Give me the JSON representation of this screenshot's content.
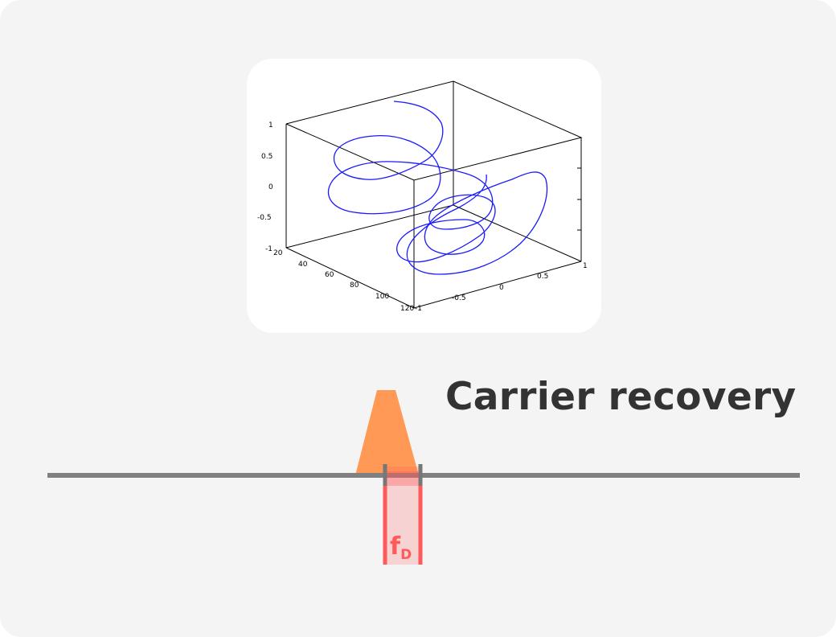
{
  "title": "Carrier recovery",
  "freq_label": {
    "main": "f",
    "sub": "D"
  },
  "colors": {
    "background": "#f4f4f4",
    "axis_line": "#808080",
    "spectrum_peak": "#ff9955",
    "offset_band": "#ff5a5a",
    "curve": "#1a1aff",
    "title_text": "#333333"
  },
  "plot_axes": {
    "z_ticks": [
      "1",
      "0.5",
      "0",
      "-0.5",
      "-1"
    ],
    "depth_ticks": [
      "20",
      "40",
      "60",
      "80",
      "100",
      "120"
    ],
    "x_ticks": [
      "-1",
      "-0.5",
      "0",
      "0.5",
      "1"
    ]
  }
}
